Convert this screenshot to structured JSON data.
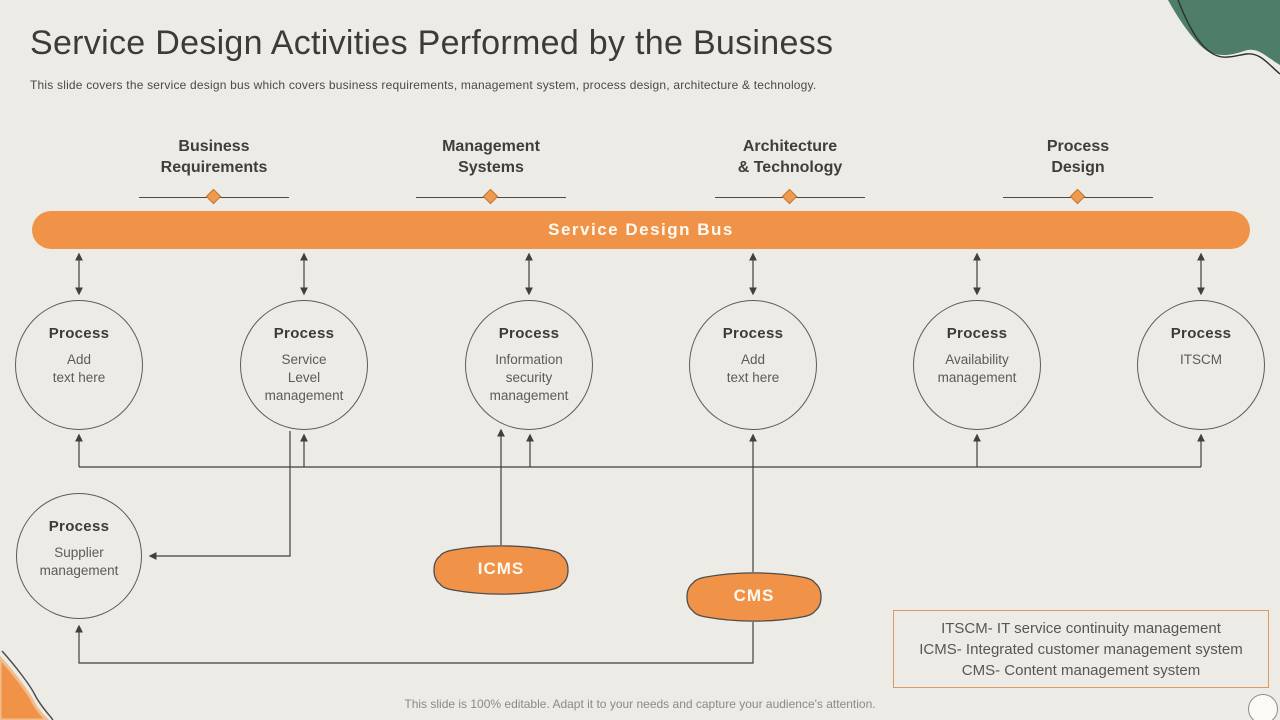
{
  "slide": {
    "title": "Service Design Activities Performed by the Business",
    "subtitle": "This slide covers the service design bus which covers business requirements, management system, process design, architecture & technology.",
    "footer": "This slide is 100% editable. Adapt it to your needs and capture your audience's attention."
  },
  "colors": {
    "background": "#edebe5",
    "accent_orange": "#f09349",
    "accent_green": "#4e7d6a",
    "text_dark": "#3c3b39",
    "text_body": "#5c5b59",
    "connector_line": "#3f3f3f",
    "legend_border": "#e0995c"
  },
  "headers": [
    {
      "label": "Business\nRequirements"
    },
    {
      "label": "Management\nSystems"
    },
    {
      "label": "Architecture\n& Technology"
    },
    {
      "label": "Process\nDesign"
    }
  ],
  "bus": {
    "label": "Service Design Bus"
  },
  "processes": [
    {
      "title": "Process",
      "body": "Add\ntext here"
    },
    {
      "title": "Process",
      "body": "Service\nLevel\nmanagement"
    },
    {
      "title": "Process",
      "body": "Information\nsecurity\nmanagement"
    },
    {
      "title": "Process",
      "body": "Add\ntext here"
    },
    {
      "title": "Process",
      "body": "Availability\nmanagement"
    },
    {
      "title": "Process",
      "body": "ITSCM"
    }
  ],
  "supplier": {
    "title": "Process",
    "body": "Supplier\nmanagement"
  },
  "systems": [
    {
      "label": "ICMS"
    },
    {
      "label": "CMS"
    }
  ],
  "legend": {
    "lines": [
      "ITSCM- IT service continuity management",
      "ICMS- Integrated customer management system",
      "CMS- Content management system"
    ]
  },
  "icons": {
    "diamond_marker": "orange rotated square",
    "arrowhead": "dark triangle"
  }
}
